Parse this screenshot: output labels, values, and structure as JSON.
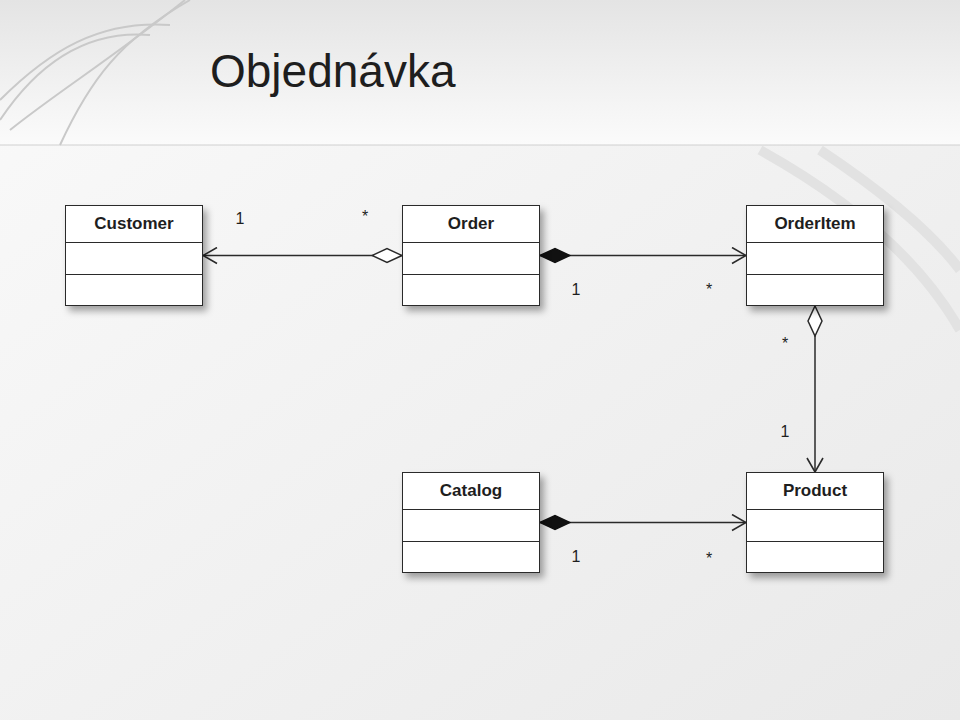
{
  "diagram": {
    "title": "Objednávka",
    "nodes": [
      {
        "text": [
          "Customer"
        ]
      },
      {
        "text": [
          "Order"
        ]
      },
      {
        "text": [
          "OrderItem"
        ]
      },
      {
        "text": [
          "Catalog"
        ]
      },
      {
        "text": [
          "Product"
        ]
      }
    ],
    "edges": [
      {
        "from": 1,
        "to": 0,
        "arrow": "to"
      },
      {
        "from": 1,
        "to": 2,
        "arrow": "to"
      },
      {
        "from": 2,
        "to": 4,
        "arrow": "to"
      },
      {
        "from": 3,
        "to": 4,
        "arrow": "to"
      }
    ],
    "labels": [
      "1",
      "*",
      "1",
      "*",
      "*",
      "1",
      "1",
      "*"
    ]
  }
}
